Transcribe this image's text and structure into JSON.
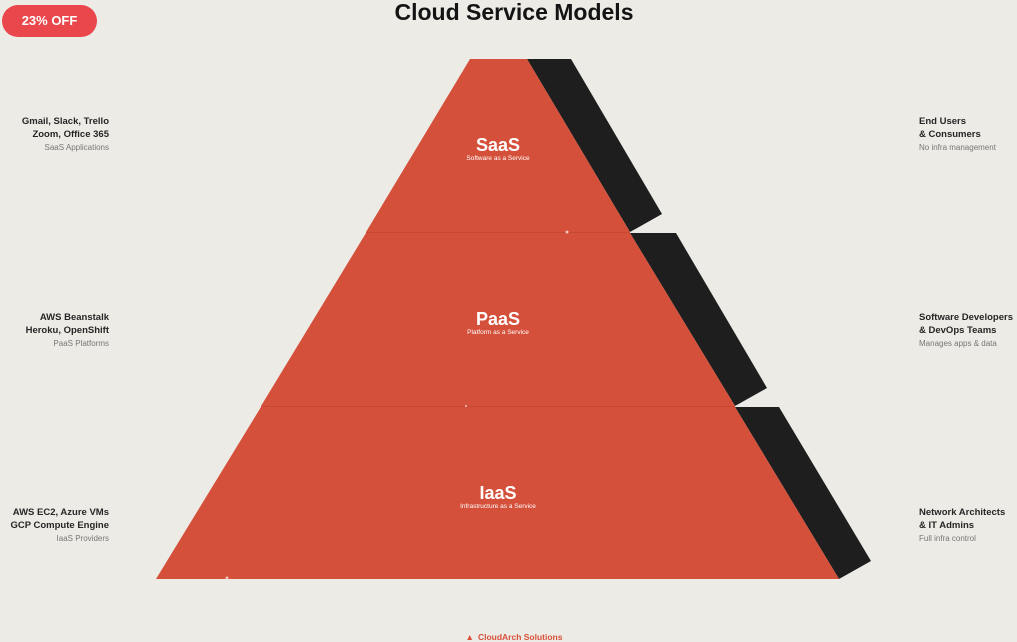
{
  "badge": {
    "label": "23% OFF"
  },
  "title": "Cloud Service Models",
  "colors": {
    "tier": "#d4503a",
    "shadow": "#1e1e1e",
    "background": "#ecebe6",
    "badge": "#e9474b"
  },
  "tiers": [
    {
      "name": "SaaS",
      "subtitle": "Software as a Service",
      "left": {
        "line1": "Gmail, Slack, Trello",
        "line2": "Zoom, Office 365",
        "line3": "SaaS Applications"
      },
      "right": {
        "line1": "End Users",
        "line2": "& Consumers",
        "line3": "No infra management"
      }
    },
    {
      "name": "PaaS",
      "subtitle": "Platform as a Service",
      "left": {
        "line1": "AWS Beanstalk",
        "line2": "Heroku, OpenShift",
        "line3": "PaaS Platforms"
      },
      "right": {
        "line1": "Software Developers",
        "line2": "& DevOps Teams",
        "line3": "Manages apps & data"
      }
    },
    {
      "name": "IaaS",
      "subtitle": "Infrastructure as a Service",
      "left": {
        "line1": "AWS EC2, Azure VMs",
        "line2": "GCP Compute Engine",
        "line3": "IaaS Providers"
      },
      "right": {
        "line1": "Network Architects",
        "line2": "& IT Admins",
        "line3": "Full infra control"
      }
    }
  ],
  "footer": {
    "logo_icon": "triangle-logo-icon",
    "text": "CloudArch Solutions"
  }
}
